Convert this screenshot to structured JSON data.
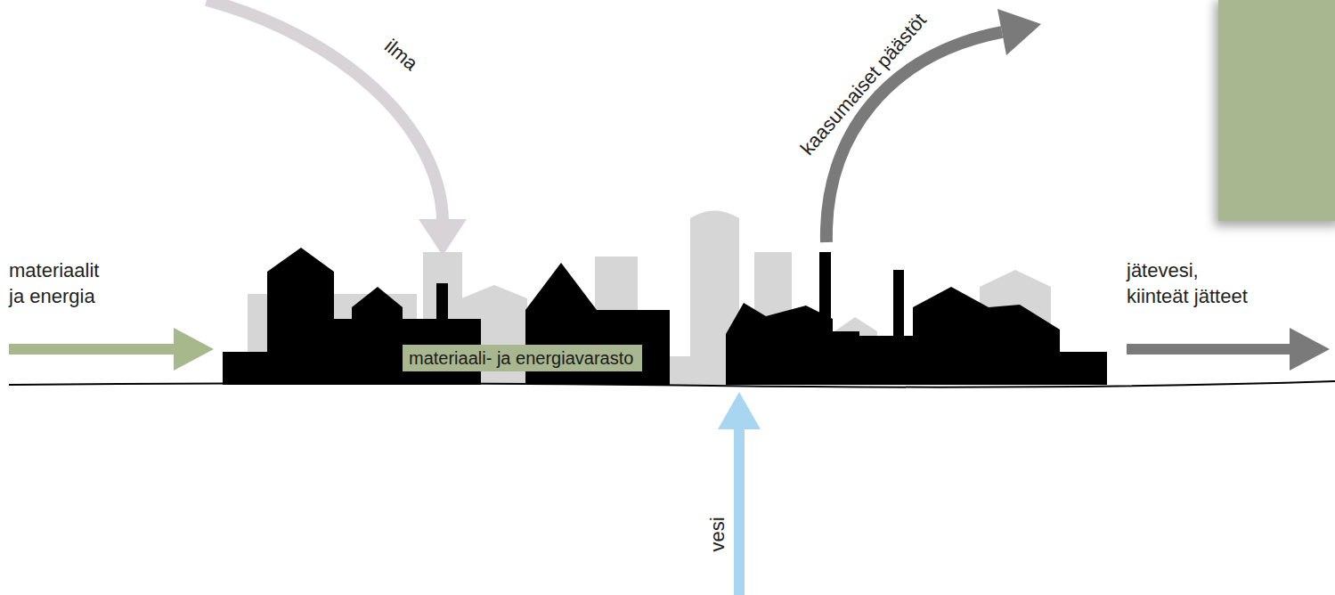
{
  "diagram": {
    "nodes": [
      {
        "text": [
          "materiaali- ja energiavarasto"
        ]
      }
    ],
    "labels": [
      "ilma",
      "kaasumaiset päästöt",
      "materiaalit ja energia",
      "jätevesi, kiinteät jätteet",
      "vesi"
    ]
  }
}
